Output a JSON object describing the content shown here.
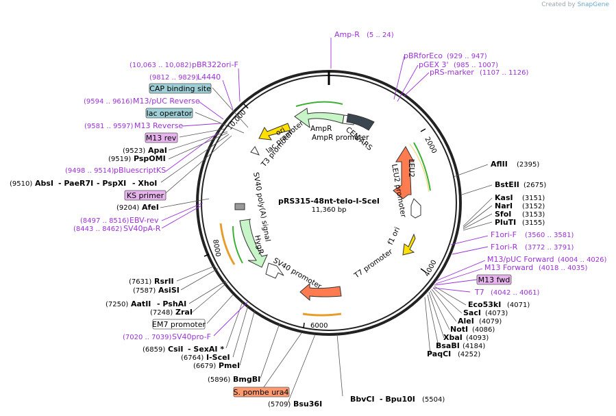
{
  "credit": {
    "prefix": "Created by",
    "brand": "SnapGene"
  },
  "plasmid": {
    "name": "pRS315-48nt-telo-I-SceI",
    "length": "11,360 bp"
  },
  "ticks": [
    "10,000",
    "2000",
    "4000",
    "6000",
    "8000"
  ],
  "features": {
    "ampr": "AmpR",
    "ampr_promoter": "AmpR promoter",
    "cen_ars": "CEN/ARS",
    "ori": "ori",
    "lac_promoter": "lac promoter",
    "t3_promoter": "T3 promoter",
    "sv40_polya": "SV40 poly(A) signal",
    "hygr": "HygR",
    "sv40_promoter": "SV40 promoter",
    "leu2": "LEU2",
    "leu2_promoter": "LEU2 promoter",
    "f1_ori": "f1 ori",
    "t7_promoter": "T7 promoter"
  },
  "boxed": {
    "cap": "CAP binding site",
    "lacop": "lac operator",
    "m13rev": "M13 rev",
    "ksprimer": "KS primer",
    "em7": "EM7 promoter",
    "ura4": "S. pombe ura4",
    "m13fwd": "M13 fwd"
  },
  "primers": {
    "ampr": {
      "name": "Amp-R",
      "range": "(5 .. 24)"
    },
    "pbrforeco": {
      "name": "pBRforEco",
      "range": "(929 .. 947)"
    },
    "pgex3": {
      "name": "pGEX 3'",
      "range": "(985 .. 1007)"
    },
    "prsmarker": {
      "name": "pRS-marker",
      "range": "(1107 .. 1126)"
    },
    "pbr322ori": {
      "name": "pBR322ori-F",
      "range": "(10,063 .. 10,082)"
    },
    "l4440": {
      "name": "L4440",
      "range": "(9812 .. 9829)"
    },
    "m13pucrev": {
      "name": "M13/pUC Reverse",
      "range": "(9594 .. 9616)"
    },
    "m13reverse": {
      "name": "M13 Reverse",
      "range": "(9581 .. 9597)"
    },
    "pbluescriptks": {
      "name": "pBluescriptKS",
      "range": "(9498 .. 9514)"
    },
    "ebvrev": {
      "name": "EBV-rev",
      "range": "(8497 .. 8516)"
    },
    "sv40par": {
      "name": "SV40pA-R",
      "range": "(8443 .. 8462)"
    },
    "sv40prof": {
      "name": "SV40pro-F",
      "range": "(7020 .. 7039)"
    },
    "f1orif": {
      "name": "F1ori-F",
      "range": "(3560 .. 3581)"
    },
    "f1orir": {
      "name": "F1ori-R",
      "range": "(3772 .. 3791)"
    },
    "m13pucfwd": {
      "name": "M13/pUC Forward",
      "range": "(4004 .. 4026)"
    },
    "m13forward": {
      "name": "M13 Forward",
      "range": "(4018 .. 4035)"
    },
    "t7": {
      "name": "T7",
      "range": "(4042 .. 4061)"
    }
  },
  "sites": {
    "apai": {
      "name": "ApaI",
      "pos": "(9523)"
    },
    "pspomi": {
      "name": "PspOMI",
      "pos": "(9519)"
    },
    "absi_group": {
      "pos": "(9510)",
      "names": [
        "AbsI",
        "PaeR7I",
        "PspXI",
        "XhoI"
      ]
    },
    "afei": {
      "name": "AfeI",
      "pos": "(9204)"
    },
    "rsrii": {
      "name": "RsrII",
      "pos": "(7631)"
    },
    "asisi": {
      "name": "AsiSI",
      "pos": "(7587)"
    },
    "aatii_group": {
      "pos": "(7250)",
      "names": [
        "AatII",
        "PshAI"
      ]
    },
    "zrai": {
      "name": "ZraI",
      "pos": "(7248)"
    },
    "csii_group": {
      "pos": "(6859)",
      "names": [
        "CsiI",
        "SexAI *"
      ]
    },
    "iscei": {
      "name": "I-SceI",
      "pos": "(6764)"
    },
    "pmei": {
      "name": "PmeI",
      "pos": "(6679)"
    },
    "bmgbi": {
      "name": "BmgBI",
      "pos": "(5896)"
    },
    "bsu36i": {
      "name": "Bsu36I",
      "pos": "(5709)"
    },
    "bbvci_group": {
      "pos": "(5504)",
      "names": [
        "BbvCI",
        "Bpu10I"
      ]
    },
    "aflii": {
      "name": "AflII",
      "pos": "(2395)"
    },
    "bsteii": {
      "name": "BstEII",
      "pos": "(2675)"
    },
    "kasi": {
      "name": "KasI",
      "pos": "(3151)"
    },
    "nari": {
      "name": "NarI",
      "pos": "(3152)"
    },
    "sfoi": {
      "name": "SfoI",
      "pos": "(3153)"
    },
    "pluti": {
      "name": "PluTI",
      "pos": "(3155)"
    },
    "eco53ki": {
      "name": "Eco53kI",
      "pos": "(4071)"
    },
    "saci": {
      "name": "SacI",
      "pos": "(4073)"
    },
    "alei": {
      "name": "AleI",
      "pos": "(4079)"
    },
    "noti": {
      "name": "NotI",
      "pos": "(4086)"
    },
    "xbai": {
      "name": "XbaI",
      "pos": "(4093)"
    },
    "bsabi": {
      "name": "BsaBI",
      "pos": "(4184)"
    },
    "paqci": {
      "name": "PaqCI",
      "pos": "(4252)"
    }
  }
}
